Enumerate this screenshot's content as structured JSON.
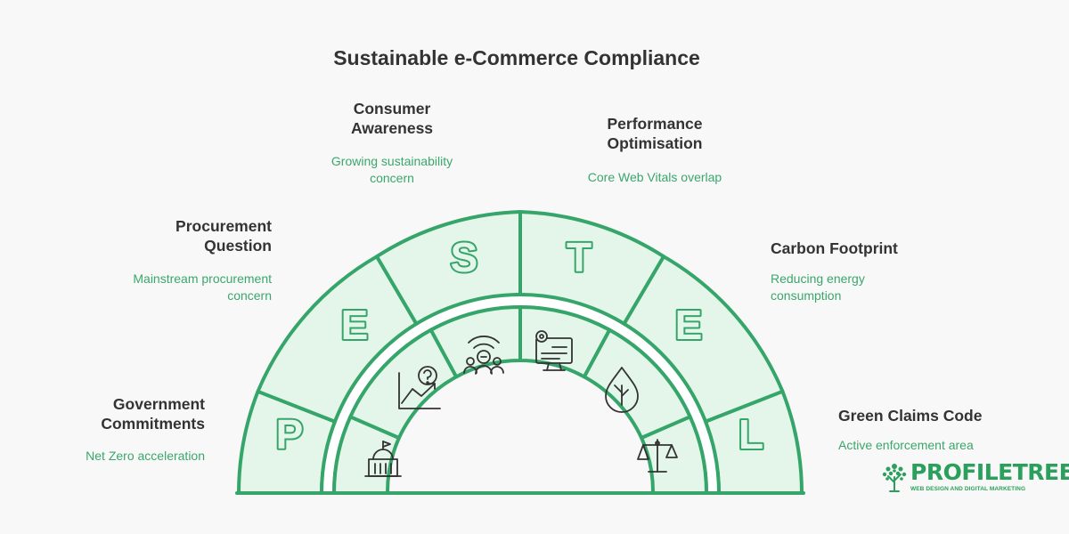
{
  "title": "Sustainable e-Commerce Compliance",
  "letters": [
    "P",
    "E",
    "S",
    "T",
    "E",
    "L"
  ],
  "factors": [
    {
      "title": "Government Commitments",
      "line1": "Government",
      "line2": "Commitments",
      "description": "Net Zero acceleration",
      "icon": "government-building-icon"
    },
    {
      "title": "Procurement Question",
      "line1": "Procurement",
      "line2": "Question",
      "description": "Mainstream procurement concern",
      "desc1": "Mainstream procurement",
      "desc2": "concern",
      "icon": "chart-question-icon"
    },
    {
      "title": "Consumer Awareness",
      "line1": "Consumer",
      "line2": "Awareness",
      "description": "Growing sustainability concern",
      "desc1": "Growing sustainability",
      "desc2": "concern",
      "icon": "people-broadcast-icon"
    },
    {
      "title": "Performance Optimisation",
      "line1": "Performance",
      "line2": "Optimisation",
      "description": "Core Web Vitals overlap",
      "icon": "monitor-settings-icon"
    },
    {
      "title": "Carbon Footprint",
      "description": "Reducing energy consumption",
      "desc1": "Reducing energy",
      "desc2": "consumption",
      "icon": "leaf-drop-icon"
    },
    {
      "title": "Green Claims Code",
      "description": "Active enforcement area",
      "icon": "scales-icon"
    }
  ],
  "colors": {
    "stroke": "#35a56a",
    "fill": "#e4f5ea",
    "text": "#333333",
    "accent": "#3aa76a"
  },
  "logo": {
    "name": "PROFILETREE",
    "tagline": "WEB DESIGN AND DIGITAL MARKETING",
    "icon": "tree-icon"
  }
}
